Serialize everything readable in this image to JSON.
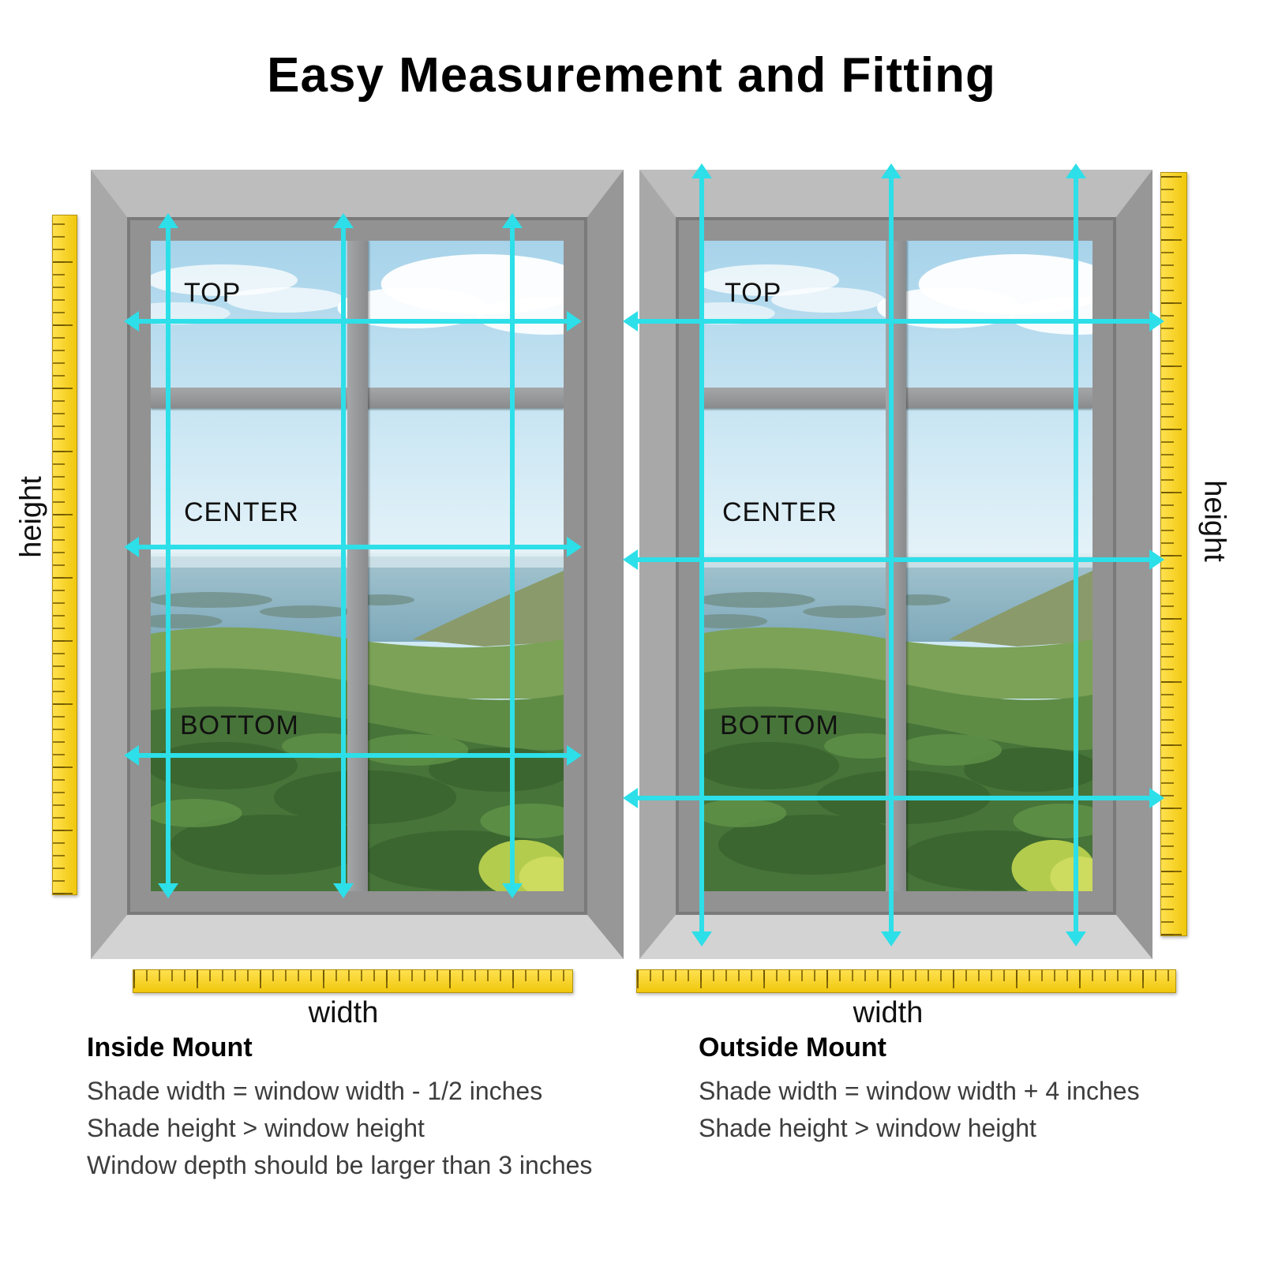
{
  "title": "Easy Measurement and Fitting",
  "colors": {
    "arrow_cyan": "#2ddfe8",
    "ruler_yellow": "#f0c70c",
    "frame_gray": "#929292"
  },
  "windows": [
    {
      "name": "inside-mount-window",
      "arrow_labels": {
        "top": "TOP",
        "center": "CENTER",
        "bottom": "BOTTOM"
      },
      "height_label": "height",
      "width_label": "width"
    },
    {
      "name": "outside-mount-window",
      "arrow_labels": {
        "top": "TOP",
        "center": "CENTER",
        "bottom": "BOTTOM"
      },
      "height_label": "height",
      "width_label": "width"
    }
  ],
  "notes": [
    {
      "heading": "Inside Mount",
      "lines": [
        "Shade width = window width - 1/2 inches",
        "Shade height > window height",
        "Window depth should be larger than 3 inches"
      ]
    },
    {
      "heading": "Outside Mount",
      "lines": [
        "Shade width = window width + 4 inches",
        "Shade height > window height"
      ]
    }
  ]
}
